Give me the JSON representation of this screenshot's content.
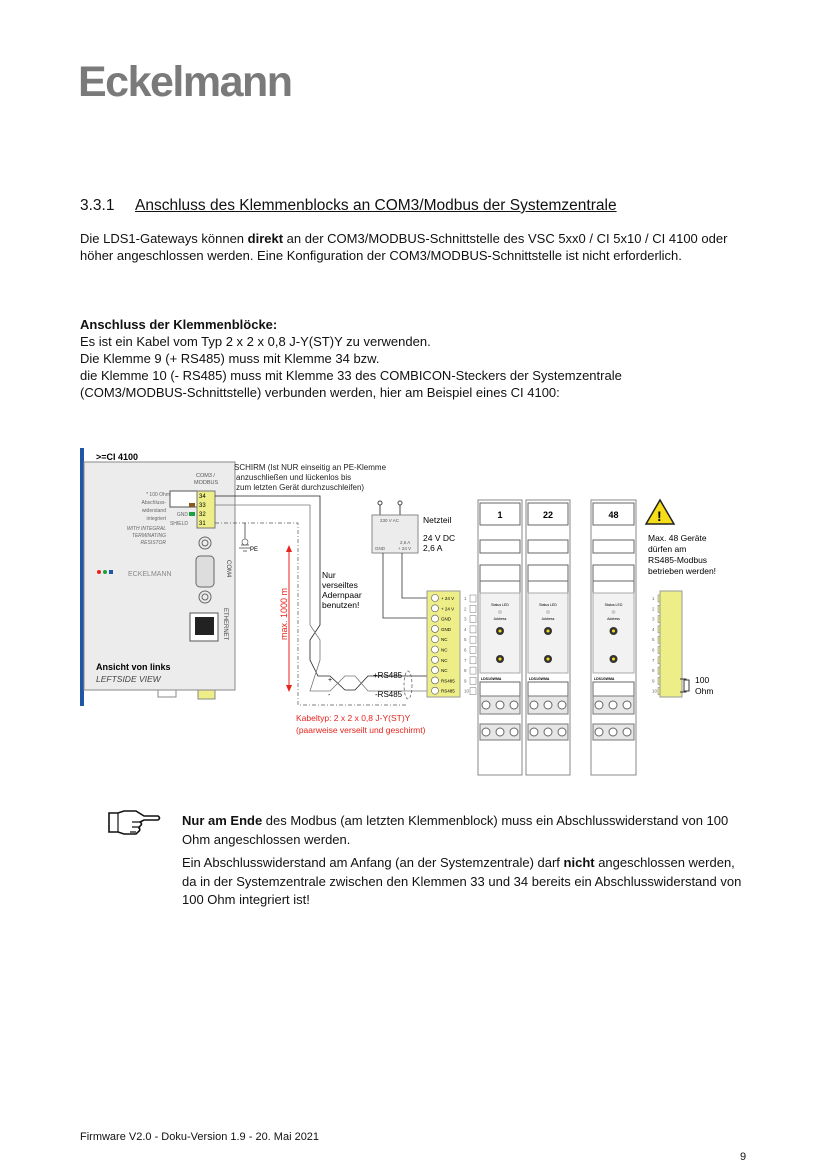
{
  "logo": "Eckelmann",
  "section": {
    "number": "3.3.1",
    "title": "Anschluss des Klemmenblocks an COM3/Modbus der Systemzentrale"
  },
  "intro": {
    "p1a": "Die LDS1-Gateways können ",
    "p1b": "direkt",
    "p1c": " an der COM3/MODBUS-Schnittstelle des VSC 5xx0 / CI 5x10 / CI 4100 oder höher angeschlossen werden. Eine Konfiguration der COM3/MODBUS-Schnittstelle ist nicht erforderlich."
  },
  "terminals": {
    "heading": "Anschluss der Klemmenblöcke:",
    "l1": "Es ist ein Kabel vom Typ 2 x 2 x 0,8 J-Y(ST)Y zu verwenden.",
    "l2": "Die Klemme 9 (+ RS485) muss mit Klemme 34 bzw.",
    "l3": "die Klemme 10 (- RS485) muss mit Klemme 33 des COMBICON-Steckers der Systemzentrale",
    "l4": "(COM3/MODBUS-Schnittstelle) verbunden werden, hier am Beispiel eines CI 4100:"
  },
  "diagram": {
    "device": ">=CI 4100",
    "com3": "COM3 /",
    "modbus": "MODBUS",
    "pins": [
      "34",
      "33",
      "32",
      "31"
    ],
    "left_labels": [
      "* 100 Ohm",
      "Abschluss-",
      "widerstand",
      "integriert",
      "WITH INTEGRAL",
      "TERMINATING",
      "RESISTOR"
    ],
    "gnd": "GND",
    "shield": "SHIELD",
    "com4": "COM4",
    "brand": "ECKELMANN",
    "ethernet": "ETHERNET",
    "view1": "Ansicht von links",
    "view2": "LEFTSIDE VIEW",
    "schirm": [
      "SCHIRM (Ist NUR einseitig an PE-Klemme",
      "anzuschließen und lückenlos bis",
      "zum letzten Gerät durchzuschleifen)"
    ],
    "pe": "PE",
    "maxlen": "max. 1000 m",
    "twisted": [
      "Nur",
      "verseiltes",
      "Adernpaar",
      "benutzen!"
    ],
    "psu": {
      "title": "Netzteil",
      "in": "230 V AC",
      "out1": "24 V DC",
      "out2": "2,6 A",
      "gnd": "GND",
      "v": "+ 24 V",
      "a": "2,6 A"
    },
    "block_labels": [
      "+ 24 V",
      "+ 24 V",
      "GND",
      "GND",
      "NC",
      "NC",
      "NC",
      "NC",
      "RS485",
      "RS485"
    ],
    "rs_plus": "+RS485",
    "rs_minus": "-RS485",
    "plus": "+",
    "minus": "-",
    "modules": [
      "1",
      "22",
      "48"
    ],
    "status_led": "Status LED",
    "address": "Address",
    "model": "LDS1GWMA",
    "pin_numbers": [
      "1",
      "2",
      "3",
      "4",
      "5",
      "6",
      "7",
      "8",
      "9",
      "10"
    ],
    "warning": [
      "Max. 48 Geräte",
      "dürfen am",
      "RS485-Modbus",
      "betrieben werden!"
    ],
    "resistor": [
      "100",
      "Ohm"
    ],
    "cable": [
      "Kabeltyp: 2 x 2 x 0,8 J-Y(ST)Y",
      "(paarweise verseilt und geschirmt)"
    ]
  },
  "note": {
    "a1": "Nur am Ende",
    "a2": " des Modbus (am letzten Klemmenblock) muss ein Abschlusswiderstand von 100 Ohm angeschlossen werden.",
    "b1": "Ein Abschlusswiderstand am Anfang (an der Systemzentrale) darf ",
    "b2": "nicht",
    "b3": " angeschlossen werden, da in der Systemzentrale zwischen den Klemmen 33 und 34 bereits ein Abschlusswiderstand von 100 Ohm integriert ist!"
  },
  "footer": {
    "text": "Firmware V2.0  -   Doku-Version 1.9  -  20. Mai 2021",
    "page": "9"
  },
  "colors": {
    "red": "#e8231c",
    "yellow": "#eeee88",
    "blue": "#1f56a6"
  }
}
